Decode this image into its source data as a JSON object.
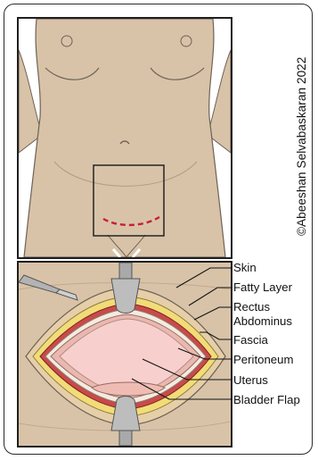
{
  "copyright": "©Abeeshan Selvabaskaran 2022",
  "labels": {
    "skin": "Skin",
    "fatty_layer": "Fatty Layer",
    "rectus_line1": "Rectus",
    "rectus_line2": "Abdominus",
    "fascia": "Fascia",
    "peritoneum": "Peritoneum",
    "uterus": "Uterus",
    "bladder_flap": "Bladder Flap"
  },
  "colors": {
    "skin": "#d8c3a9",
    "skin_shadow": "#c2a98d",
    "incision": "#c8202f",
    "fat": "#f2dc77",
    "muscle": "#c94a4a",
    "uterus": "#f7cfcc",
    "retractor": "#a9a9a9"
  }
}
